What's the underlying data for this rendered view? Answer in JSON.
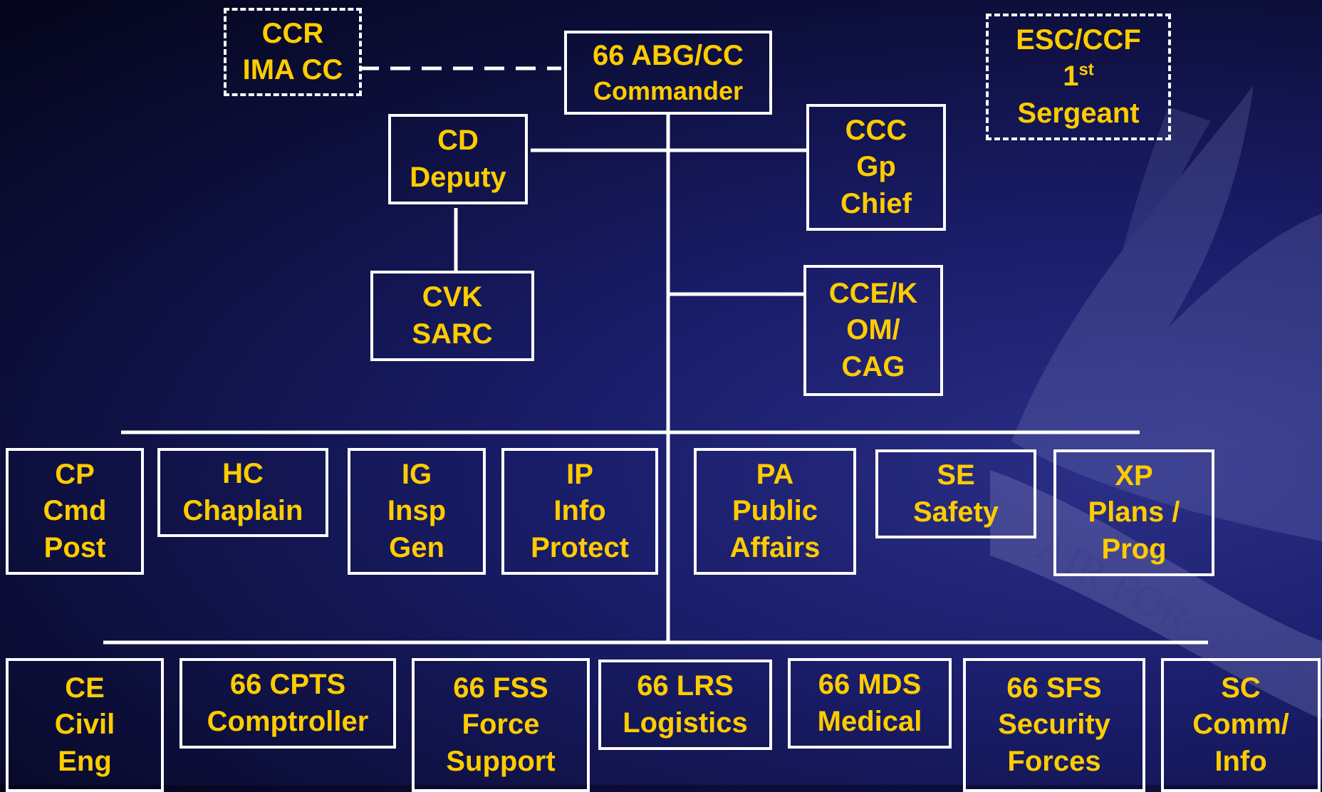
{
  "colors": {
    "text": "#ffcc00",
    "border": "#ffffff",
    "background_dark": "#04051a",
    "background_mid": "#1a1d6a"
  },
  "emblem": {
    "text": "AIR FORCE MA"
  },
  "top": {
    "ccr": {
      "line1": "CCR",
      "line2": "IMA CC"
    },
    "commander": {
      "line1": "66 ABG/CC",
      "line2": "Commander"
    },
    "esc": {
      "line1": "ESC/CCF",
      "line2_num": "1",
      "line2_sup": "st",
      "line3": "Sergeant"
    },
    "cd": {
      "line1": "CD",
      "line2": "Deputy"
    },
    "ccc": {
      "line1": "CCC",
      "line2": "Gp",
      "line3": "Chief"
    },
    "cvk": {
      "line1": "CVK",
      "line2": "SARC"
    },
    "ccek": {
      "line1": "CCE/K",
      "line2": "OM/",
      "line3": "CAG"
    }
  },
  "staff": [
    {
      "code": "CP",
      "lines": [
        "Cmd",
        "Post"
      ]
    },
    {
      "code": "HC",
      "lines": [
        "Chaplain"
      ]
    },
    {
      "code": "IG",
      "lines": [
        "Insp",
        "Gen"
      ]
    },
    {
      "code": "IP",
      "lines": [
        "Info",
        "Protect"
      ]
    },
    {
      "code": "PA",
      "lines": [
        "Public",
        "Affairs"
      ]
    },
    {
      "code": "SE",
      "lines": [
        "Safety"
      ]
    },
    {
      "code": "XP",
      "lines": [
        "Plans /",
        "Prog"
      ]
    }
  ],
  "squadrons": [
    {
      "code": "CE",
      "lines": [
        "Civil",
        "Eng"
      ]
    },
    {
      "code": "66 CPTS",
      "lines": [
        "Comptroller"
      ]
    },
    {
      "code": "66 FSS",
      "lines": [
        "Force",
        "Support"
      ]
    },
    {
      "code": "66 LRS",
      "lines": [
        "Logistics"
      ]
    },
    {
      "code": "66 MDS",
      "lines": [
        "Medical"
      ]
    },
    {
      "code": "66 SFS",
      "lines": [
        "Security",
        "Forces"
      ]
    },
    {
      "code": "SC",
      "lines": [
        "Comm/",
        "Info"
      ]
    }
  ]
}
